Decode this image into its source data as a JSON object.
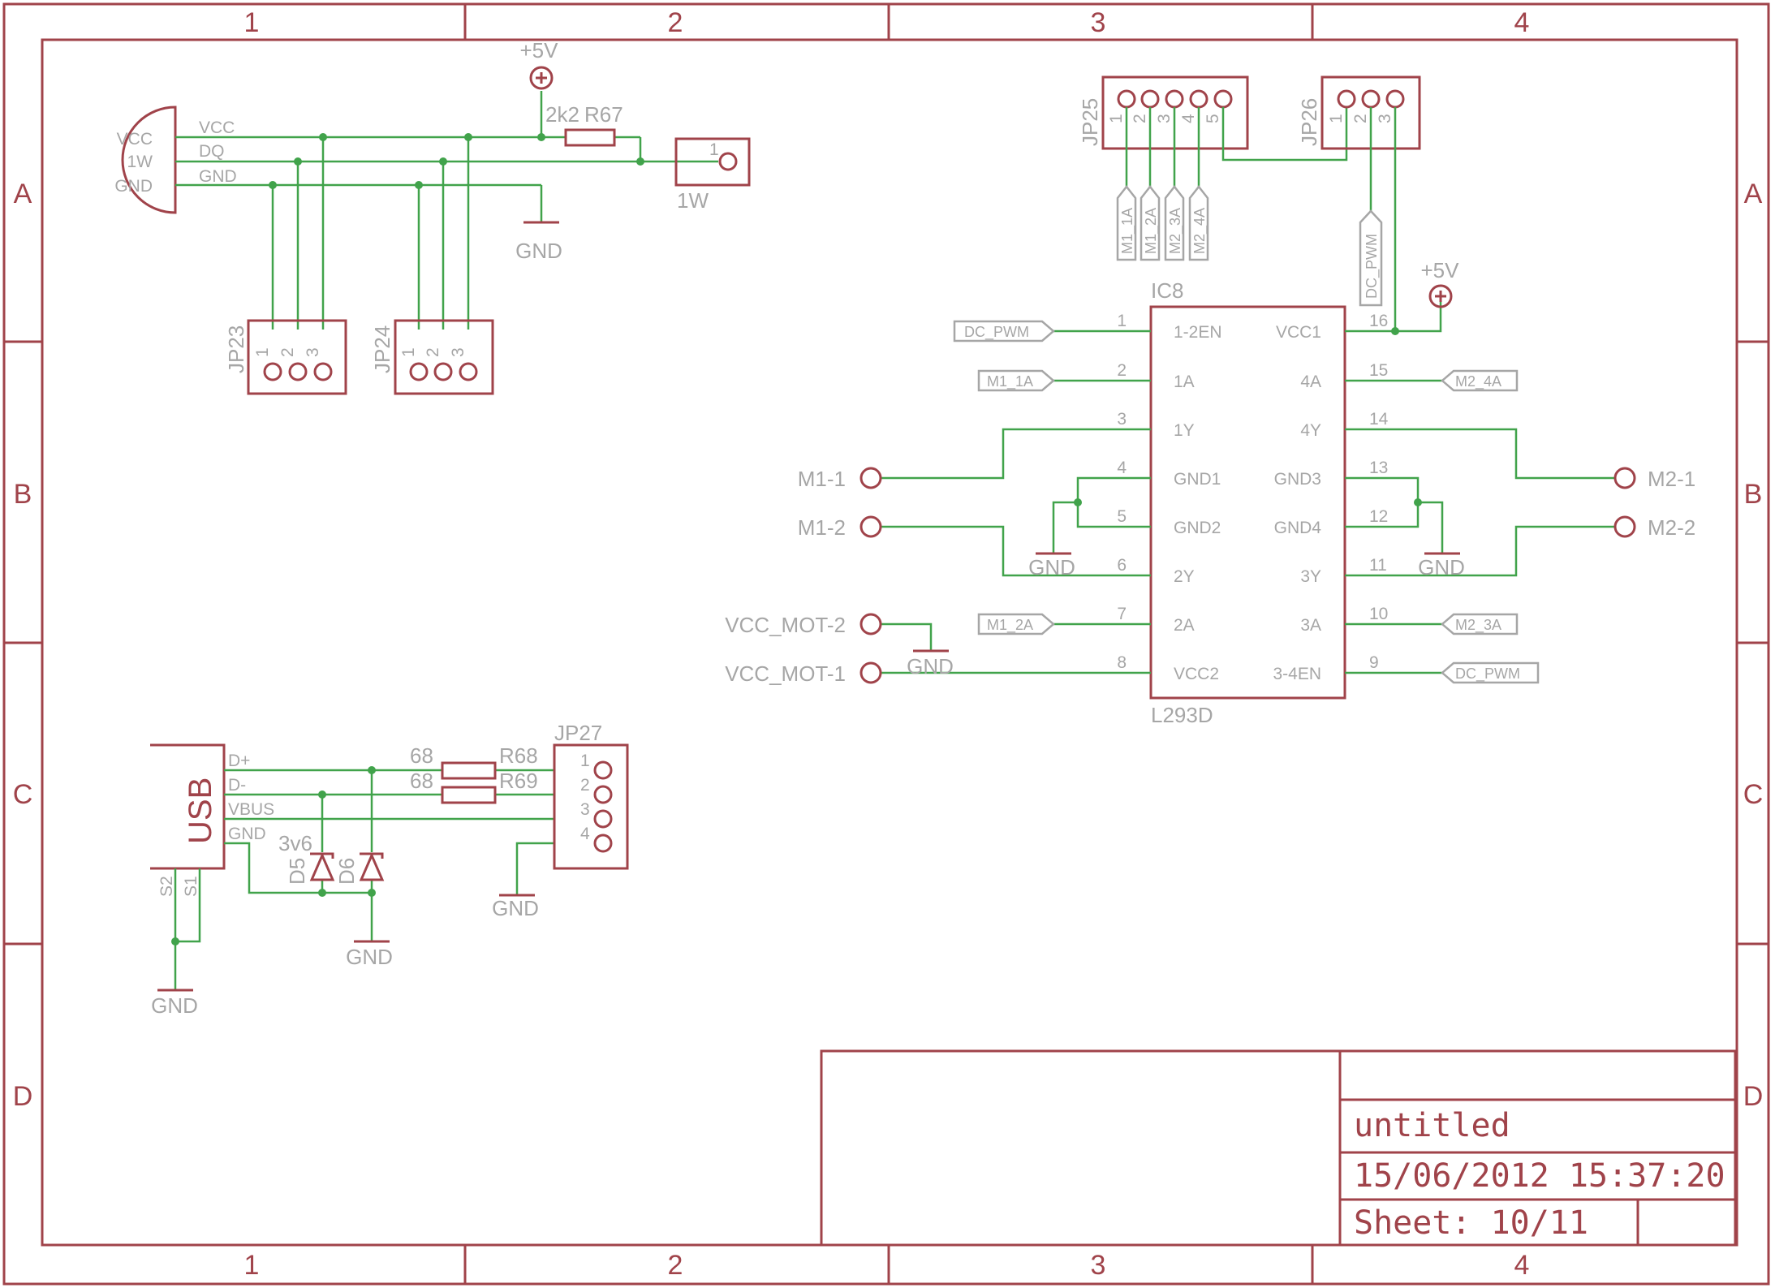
{
  "frame": {
    "columns": [
      "1",
      "2",
      "3",
      "4"
    ],
    "rows": [
      "A",
      "B",
      "C",
      "D"
    ],
    "title_block": {
      "title": "untitled",
      "date": "15/06/2012 15:37:20",
      "sheet": "Sheet: 10/11"
    }
  },
  "onewire": {
    "sensor_pins": [
      "VCC",
      "1W",
      "GND"
    ],
    "net_labels": [
      "VCC",
      "DQ",
      "GND"
    ],
    "supply": "+5V",
    "resistor_value": "2k2",
    "resistor_name": "R67",
    "jumper_name": "1W",
    "jumper_pin": "1",
    "ground": "GND",
    "jp23": {
      "name": "JP23",
      "pins": [
        "1",
        "2",
        "3"
      ]
    },
    "jp24": {
      "name": "JP24",
      "pins": [
        "1",
        "2",
        "3"
      ]
    }
  },
  "headers": {
    "jp25": {
      "name": "JP25",
      "pins": [
        "1",
        "2",
        "3",
        "4",
        "5"
      ],
      "labels": [
        "M1_1A",
        "M1_2A",
        "M2_3A",
        "M2_4A"
      ]
    },
    "jp26": {
      "name": "JP26",
      "pins": [
        "1",
        "2",
        "3"
      ],
      "label": "DC_PWM"
    },
    "supply": "+5V"
  },
  "driver": {
    "name": "IC8",
    "value": "L293D",
    "left_pins": [
      {
        "num": "1",
        "name": "1-2EN"
      },
      {
        "num": "2",
        "name": "1A"
      },
      {
        "num": "3",
        "name": "1Y"
      },
      {
        "num": "4",
        "name": "GND1"
      },
      {
        "num": "5",
        "name": "GND2"
      },
      {
        "num": "6",
        "name": "2Y"
      },
      {
        "num": "7",
        "name": "2A"
      },
      {
        "num": "8",
        "name": "VCC2"
      }
    ],
    "right_pins": [
      {
        "num": "16",
        "name": "VCC1"
      },
      {
        "num": "15",
        "name": "4A"
      },
      {
        "num": "14",
        "name": "4Y"
      },
      {
        "num": "13",
        "name": "GND3"
      },
      {
        "num": "12",
        "name": "GND4"
      },
      {
        "num": "11",
        "name": "3Y"
      },
      {
        "num": "10",
        "name": "3A"
      },
      {
        "num": "9",
        "name": "3-4EN"
      }
    ],
    "input_labels": {
      "pwm_left": "DC_PWM",
      "m1_1a": "M1_1A",
      "m1_2a": "M1_2A",
      "m2_4a": "M2_4A",
      "m2_3a": "M2_3A",
      "pwm_right": "DC_PWM"
    },
    "terminals": {
      "m1_1": "M1-1",
      "m1_2": "M1-2",
      "vcc_mot_2": "VCC_MOT-2",
      "vcc_mot_1": "VCC_MOT-1",
      "m2_1": "M2-1",
      "m2_2": "M2-2"
    },
    "supply": "+5V",
    "grounds": [
      "GND",
      "GND",
      "GND"
    ]
  },
  "usb": {
    "connector": "USB",
    "pins": [
      "D+",
      "D-",
      "VBUS",
      "GND"
    ],
    "shield_pins": [
      "S2",
      "S1"
    ],
    "r68": {
      "value": "68",
      "name": "R68"
    },
    "r69": {
      "value": "68",
      "name": "R69"
    },
    "zener_value": "3v6",
    "d5": "D5",
    "d6": "D6",
    "jp27": {
      "name": "JP27",
      "pins": [
        "1",
        "2",
        "3",
        "4"
      ]
    },
    "grounds": [
      "GND",
      "GND",
      "GND"
    ]
  }
}
